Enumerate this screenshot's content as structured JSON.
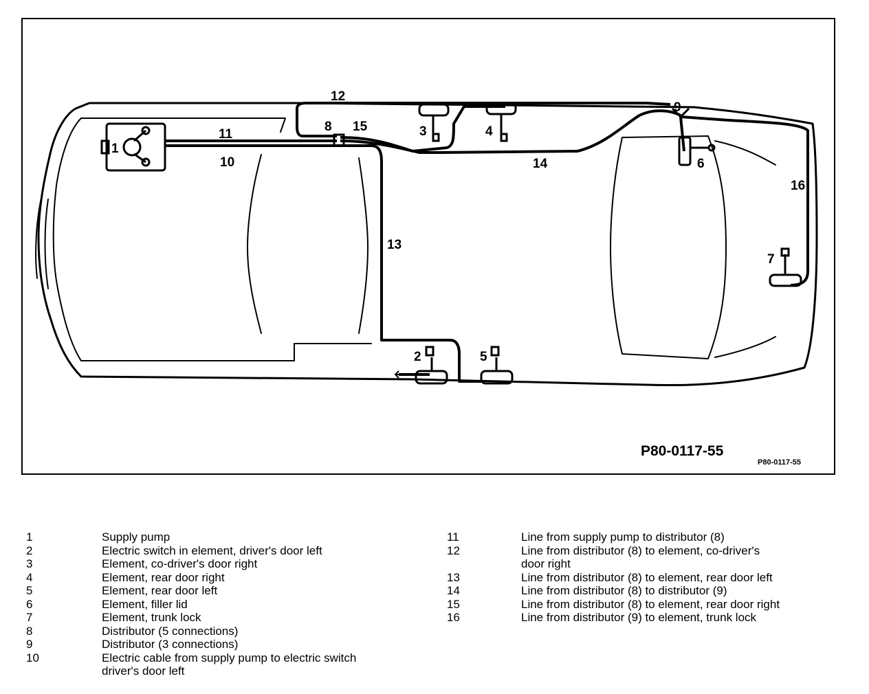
{
  "diagram": {
    "figure_code": "P80-0117-55",
    "figure_code_small": "P80-0117-55",
    "callouts": [
      "1",
      "2",
      "3",
      "4",
      "5",
      "6",
      "7",
      "8",
      "9",
      "10",
      "11",
      "12",
      "13",
      "14",
      "15",
      "16"
    ]
  },
  "legend": {
    "left": [
      {
        "num": "1",
        "text": "Supply pump"
      },
      {
        "num": "2",
        "text": "Electric switch in element, driver's door left"
      },
      {
        "num": "3",
        "text": "Element, co-driver's door right"
      },
      {
        "num": "4",
        "text": "Element, rear door right"
      },
      {
        "num": "5",
        "text": "Element, rear door left"
      },
      {
        "num": "6",
        "text": "Element, filler lid"
      },
      {
        "num": "7",
        "text": "Element, trunk lock"
      },
      {
        "num": "8",
        "text": "Distributor (5 connections)"
      },
      {
        "num": "9",
        "text": "Distributor (3 connections)"
      },
      {
        "num": "10",
        "text": "Electric cable from supply pump to electric switch\ndriver's door left"
      }
    ],
    "right": [
      {
        "num": "11",
        "text": "Line from supply pump to distributor (8)"
      },
      {
        "num": "12",
        "text": "Line from distributor (8) to element, co-driver's\ndoor right"
      },
      {
        "num": "13",
        "text": "Line from distributor (8) to element, rear door left"
      },
      {
        "num": "14",
        "text": "Line from distributor (8) to distributor (9)"
      },
      {
        "num": "15",
        "text": "Line from distributor (8) to element, rear door right"
      },
      {
        "num": "16",
        "text": "Line from distributor (9) to element, trunk lock"
      }
    ]
  }
}
